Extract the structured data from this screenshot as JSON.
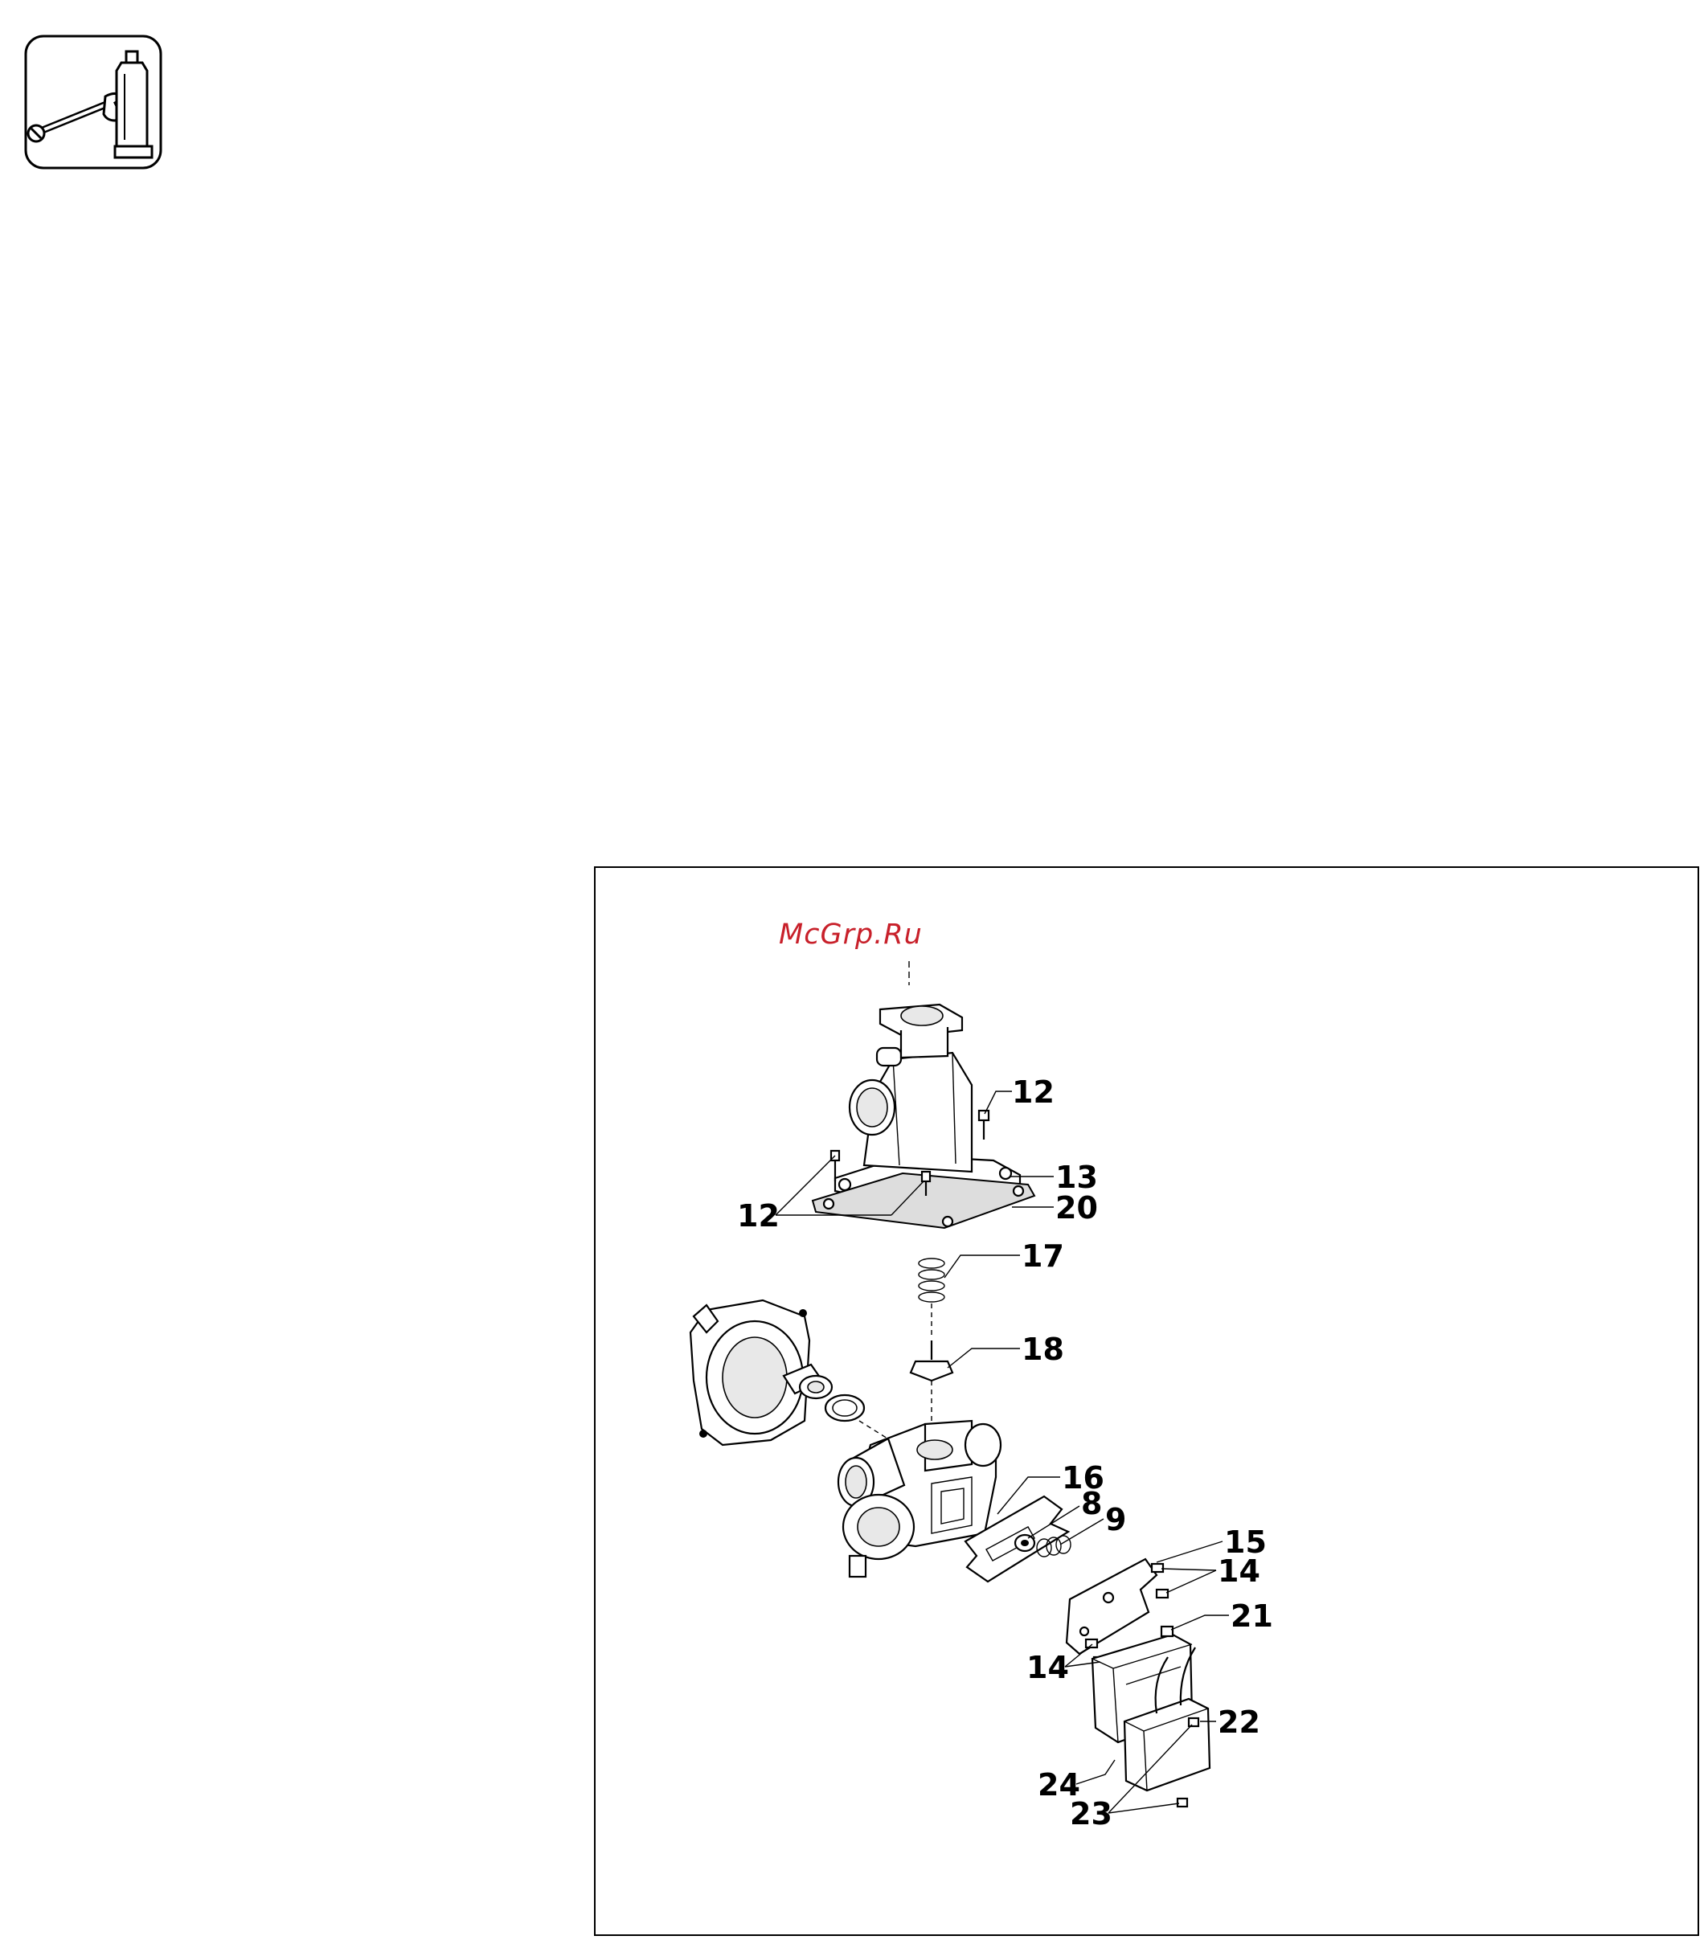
{
  "header": {
    "icon": "wrench-and-grease-tube-icon"
  },
  "diagram": {
    "watermark": "McGrp.Ru",
    "callouts": [
      {
        "id": "c12a",
        "label": "12"
      },
      {
        "id": "c13",
        "label": "13"
      },
      {
        "id": "c20",
        "label": "20"
      },
      {
        "id": "c12b",
        "label": "12"
      },
      {
        "id": "c17",
        "label": "17"
      },
      {
        "id": "c18",
        "label": "18"
      },
      {
        "id": "c16",
        "label": "16"
      },
      {
        "id": "c8",
        "label": "8"
      },
      {
        "id": "c9",
        "label": "9"
      },
      {
        "id": "c15",
        "label": "15"
      },
      {
        "id": "c14a",
        "label": "14"
      },
      {
        "id": "c21",
        "label": "21"
      },
      {
        "id": "c14b",
        "label": "14"
      },
      {
        "id": "c22",
        "label": "22"
      },
      {
        "id": "c24",
        "label": "24"
      },
      {
        "id": "c23",
        "label": "23"
      }
    ]
  }
}
